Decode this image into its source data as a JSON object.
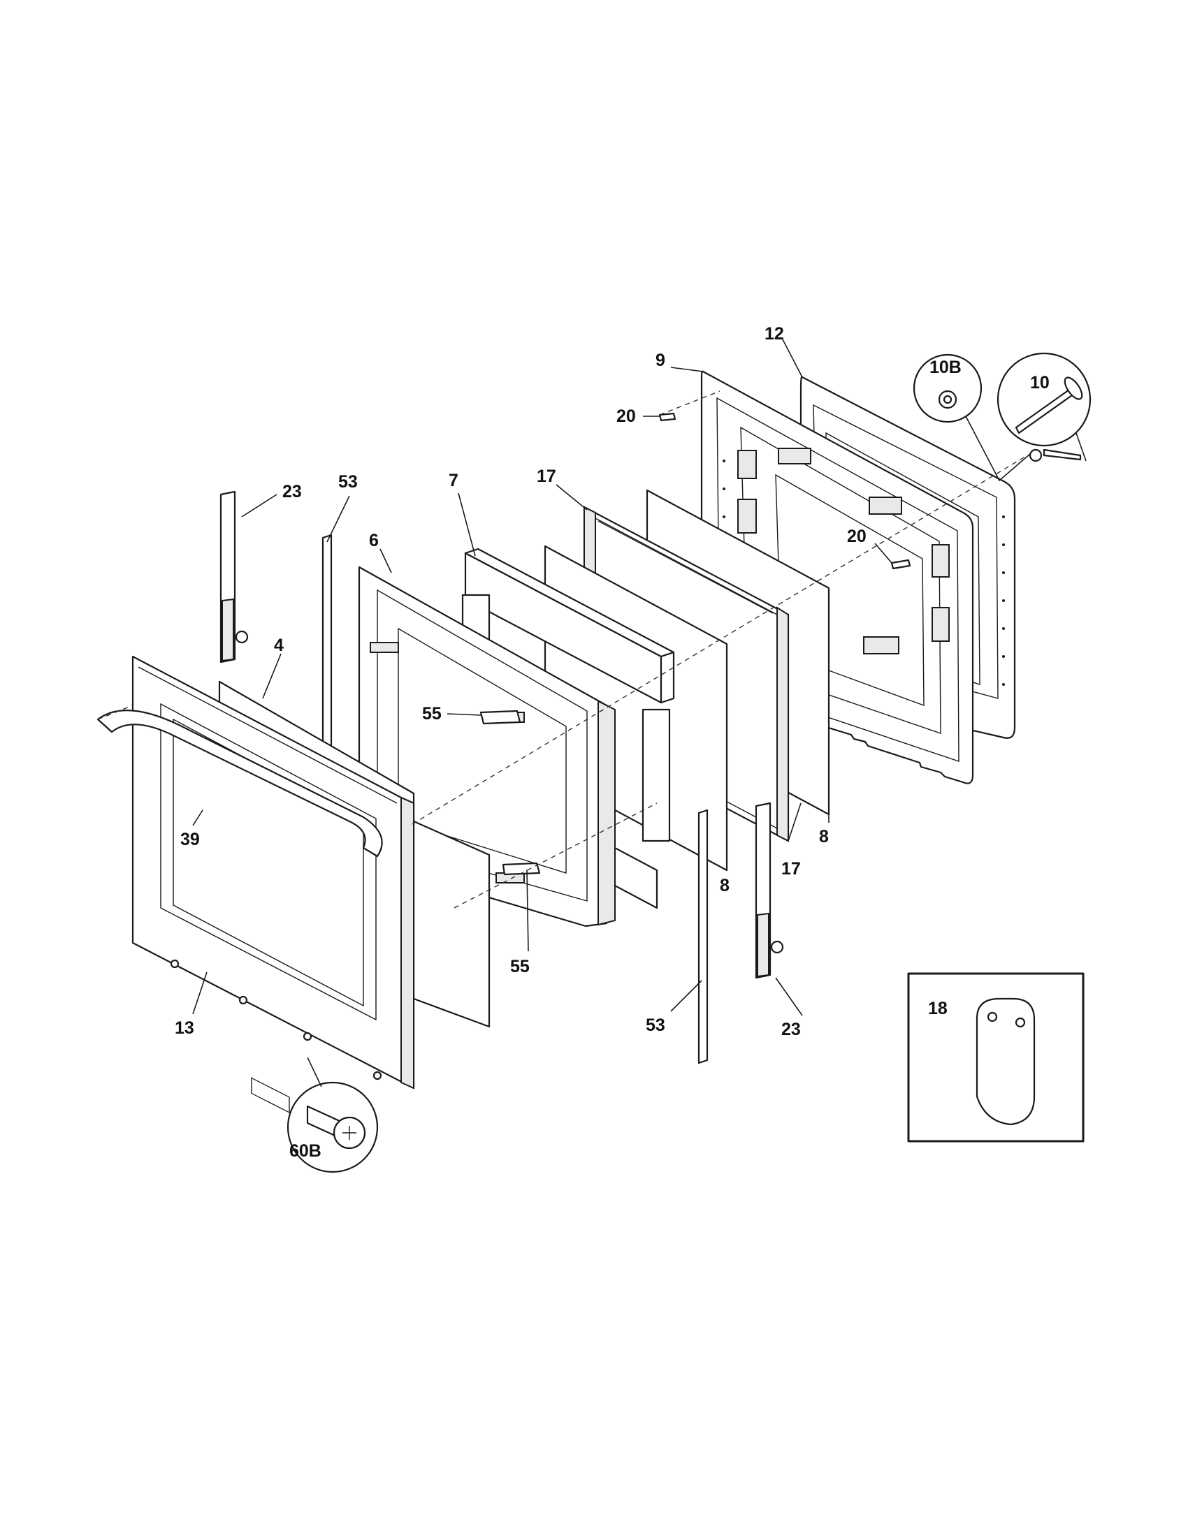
{
  "callouts": [
    {
      "id": "12",
      "text": "12"
    },
    {
      "id": "9",
      "text": "9"
    },
    {
      "id": "10b",
      "text": "10B"
    },
    {
      "id": "10",
      "text": "10"
    },
    {
      "id": "20a",
      "text": "20"
    },
    {
      "id": "20b",
      "text": "20"
    },
    {
      "id": "23a",
      "text": "23"
    },
    {
      "id": "53a",
      "text": "53"
    },
    {
      "id": "7",
      "text": "7"
    },
    {
      "id": "17a",
      "text": "17"
    },
    {
      "id": "6",
      "text": "6"
    },
    {
      "id": "4",
      "text": "4"
    },
    {
      "id": "55a",
      "text": "55"
    },
    {
      "id": "39",
      "text": "39"
    },
    {
      "id": "8a",
      "text": "8"
    },
    {
      "id": "8b",
      "text": "8"
    },
    {
      "id": "17b",
      "text": "17"
    },
    {
      "id": "55b",
      "text": "55"
    },
    {
      "id": "53b",
      "text": "53"
    },
    {
      "id": "23b",
      "text": "23"
    },
    {
      "id": "13",
      "text": "13"
    },
    {
      "id": "60b",
      "text": "60B"
    },
    {
      "id": "18",
      "text": "18"
    }
  ]
}
